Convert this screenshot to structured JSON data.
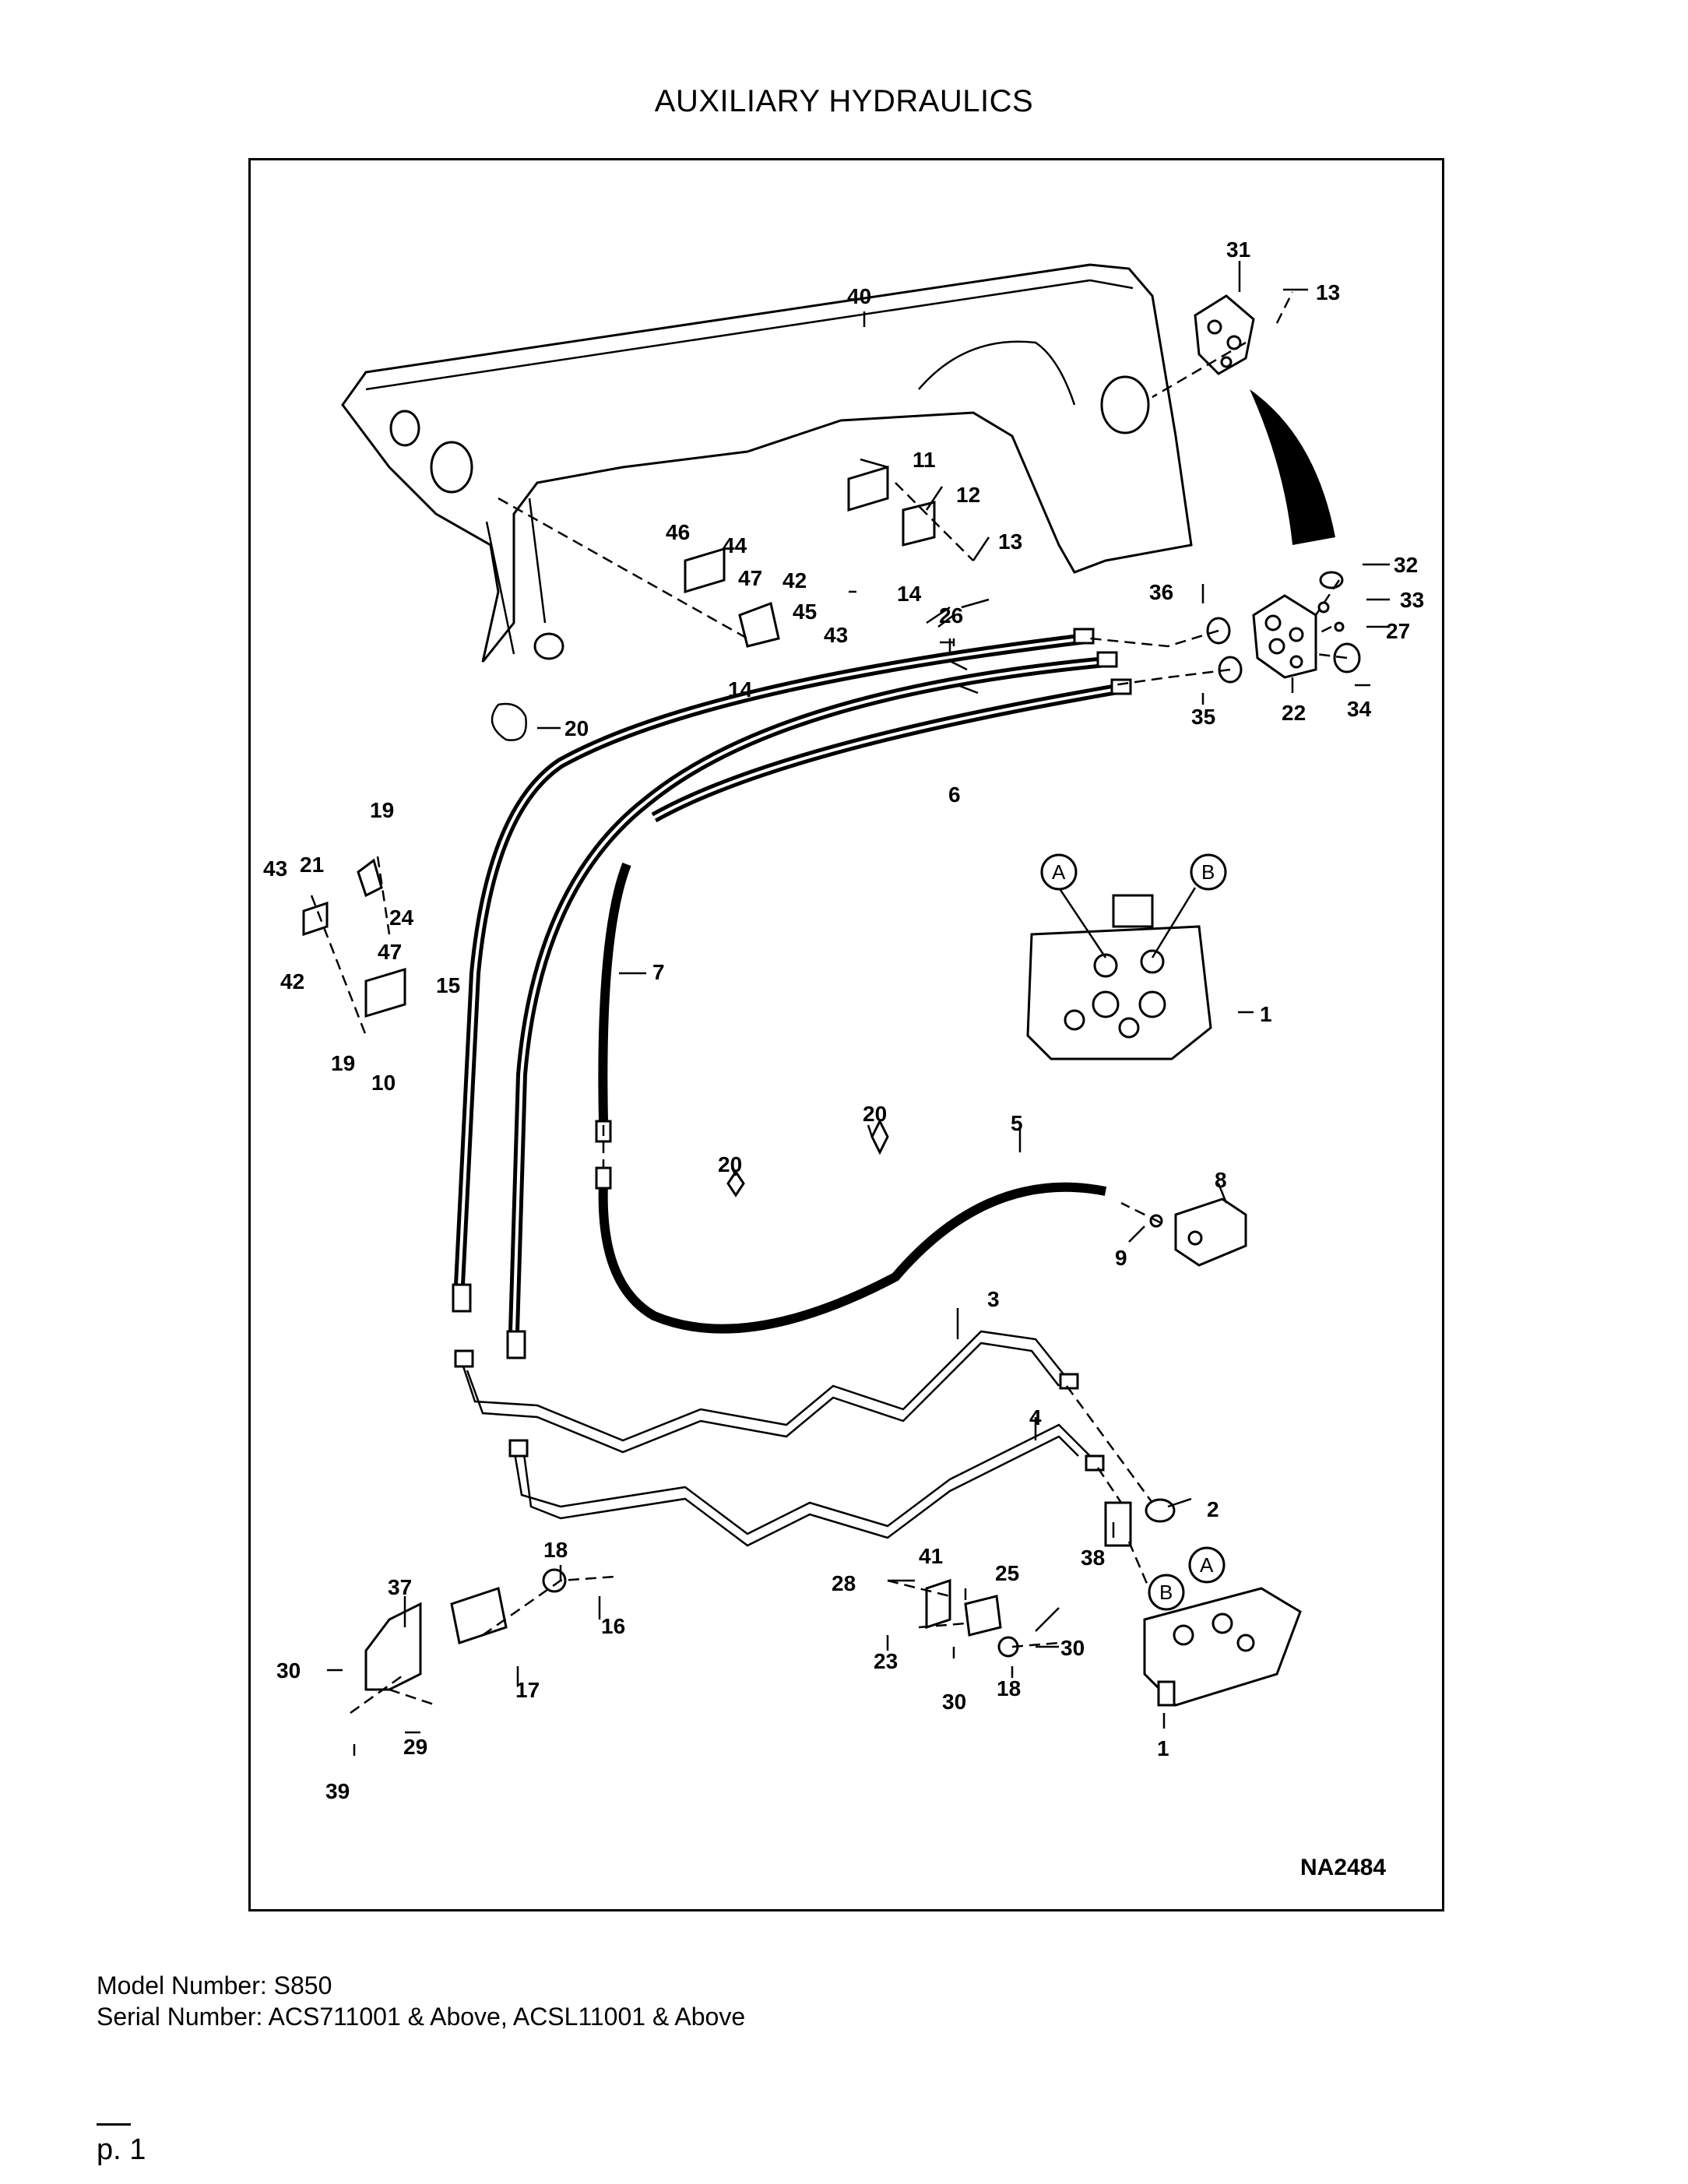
{
  "page": {
    "title": "AUXILIARY HYDRAULICS",
    "drawing_id": "NA2484",
    "model_line": "Model Number: S850",
    "serial_line": "Serial Number: ACS711001 & Above, ACSL11001 & Above",
    "page_number": "p. 1"
  },
  "callouts": {
    "c1a": "1",
    "c1b": "1",
    "c2": "2",
    "c3": "3",
    "c4": "4",
    "c5": "5",
    "c6": "6",
    "c7": "7",
    "c8": "8",
    "c9": "9",
    "c10": "10",
    "c11": "11",
    "c12": "12",
    "c13a": "13",
    "c13b": "13",
    "c14a": "14",
    "c14b": "14",
    "c15": "15",
    "c16": "16",
    "c17": "17",
    "c18a": "18",
    "c18b": "18",
    "c19a": "19",
    "c19b": "19",
    "c20a": "20",
    "c20b": "20",
    "c20c": "20",
    "c21": "21",
    "c22": "22",
    "c23": "23",
    "c24": "24",
    "c25": "25",
    "c26": "26",
    "c27": "27",
    "c28": "28",
    "c29": "29",
    "c30a": "30",
    "c30b": "30",
    "c30c": "30",
    "c31": "31",
    "c32": "32",
    "c33": "33",
    "c34": "34",
    "c35": "35",
    "c36": "36",
    "c37": "37",
    "c38": "38",
    "c39": "39",
    "c40": "40",
    "c41": "41",
    "c42a": "42",
    "c42b": "42",
    "c43a": "43",
    "c43b": "43",
    "c44": "44",
    "c45": "45",
    "c46": "46",
    "c47a": "47",
    "c47b": "47"
  },
  "port_letters": {
    "a1": "A",
    "b1": "B",
    "a2": "A",
    "b2": "B"
  }
}
